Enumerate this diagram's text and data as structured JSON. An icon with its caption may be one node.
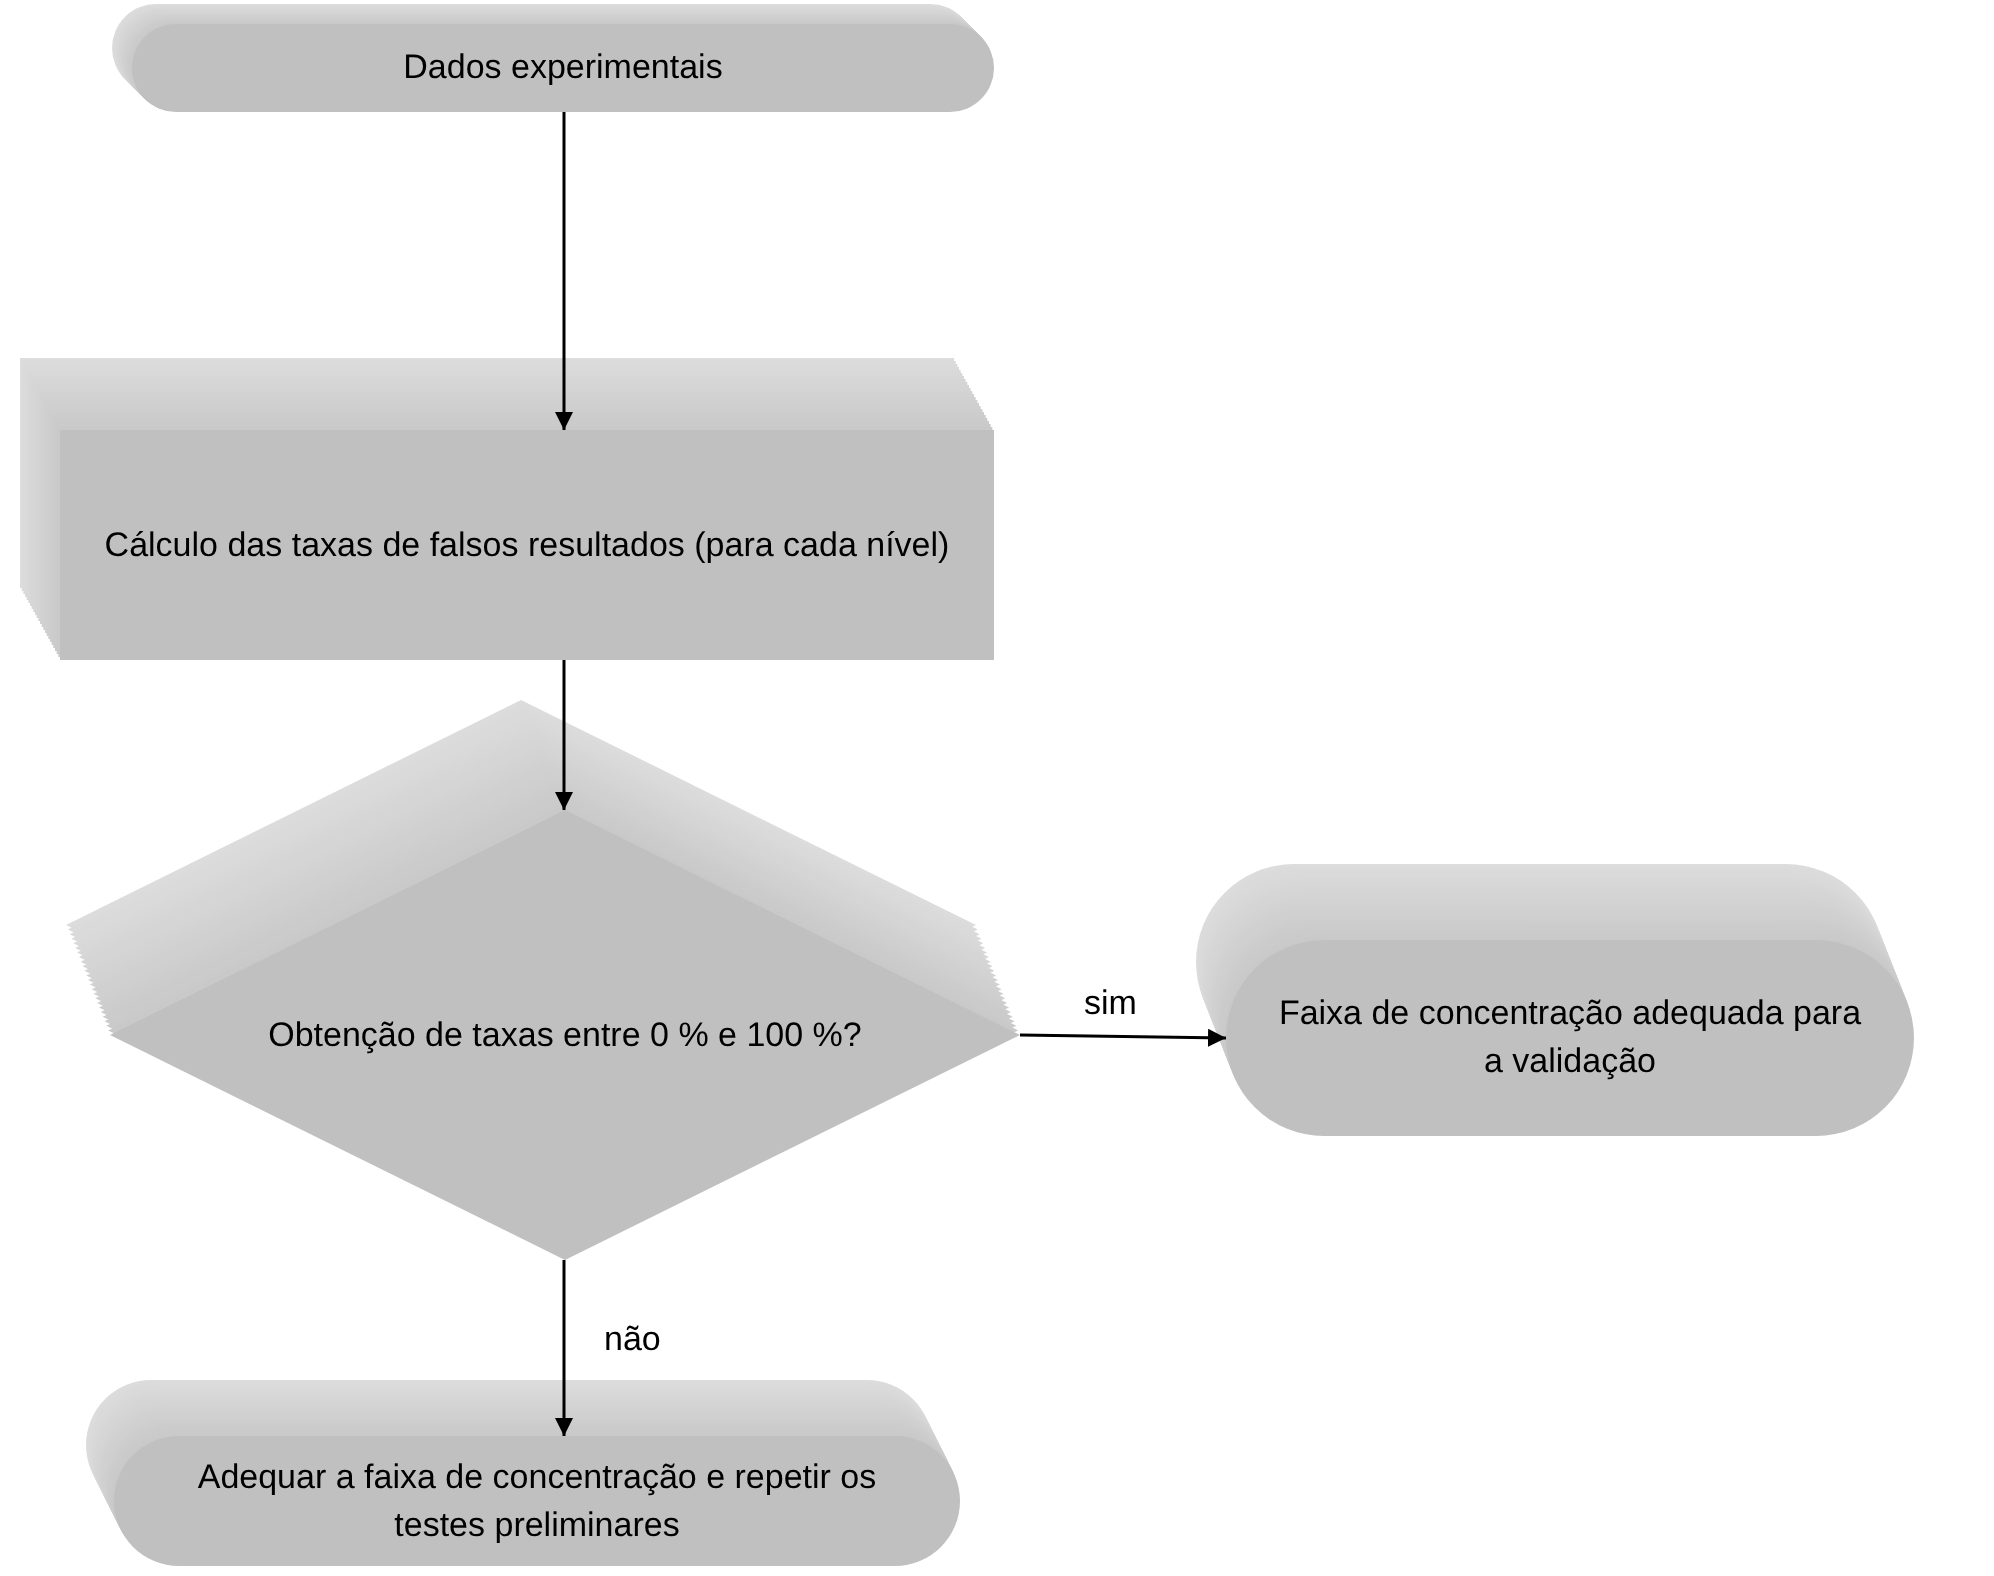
{
  "diagram": {
    "nodes": [
      {
        "text": [
          "Dados experimentais"
        ]
      },
      {
        "text": [
          "Cálculo das taxas de falsos resultados (para cada nível)"
        ]
      },
      {
        "text": [
          "Obtenção de taxas entre 0 % e 100 %?"
        ]
      },
      {
        "text": [
          "Faixa de concentração adequada para a validação"
        ]
      },
      {
        "text": [
          "Adequar a faixa de concentração e repetir os testes preliminares"
        ]
      }
    ],
    "edges": [
      {
        "from": 0,
        "to": 1,
        "arrow": "to"
      },
      {
        "from": 1,
        "to": 2,
        "arrow": "to"
      },
      {
        "from": 2,
        "to": 3,
        "arrow": "to",
        "label": "sim"
      },
      {
        "from": 2,
        "to": 4,
        "arrow": "to",
        "label": "não"
      }
    ]
  }
}
